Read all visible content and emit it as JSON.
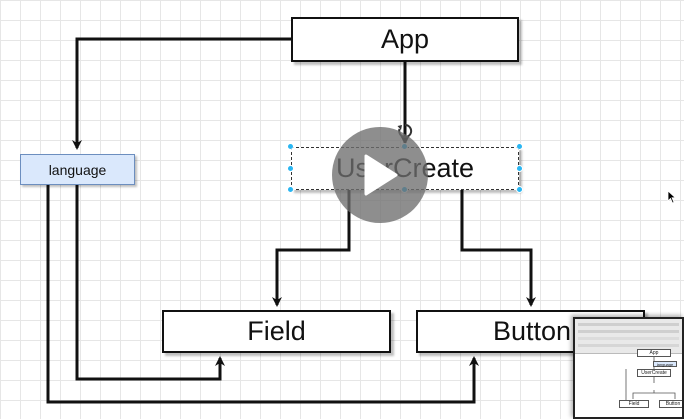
{
  "diagram": {
    "nodes": {
      "app": "App",
      "usercreate": "UserCreate",
      "field": "Field",
      "button": "Button",
      "language": "language"
    }
  },
  "overlay": {
    "play_icon": "play-icon",
    "thumbnail": {
      "app": "App",
      "language": "language",
      "usercreate": "UserCreate",
      "field": "Field",
      "button": "Button"
    }
  },
  "colors": {
    "grid": "#e6e6e6",
    "node_border": "#111111",
    "language_fill": "#dae8fc",
    "language_border": "#6c8ebf",
    "selection_handle": "#29b6f2",
    "play_overlay": "#6e6e6e"
  }
}
